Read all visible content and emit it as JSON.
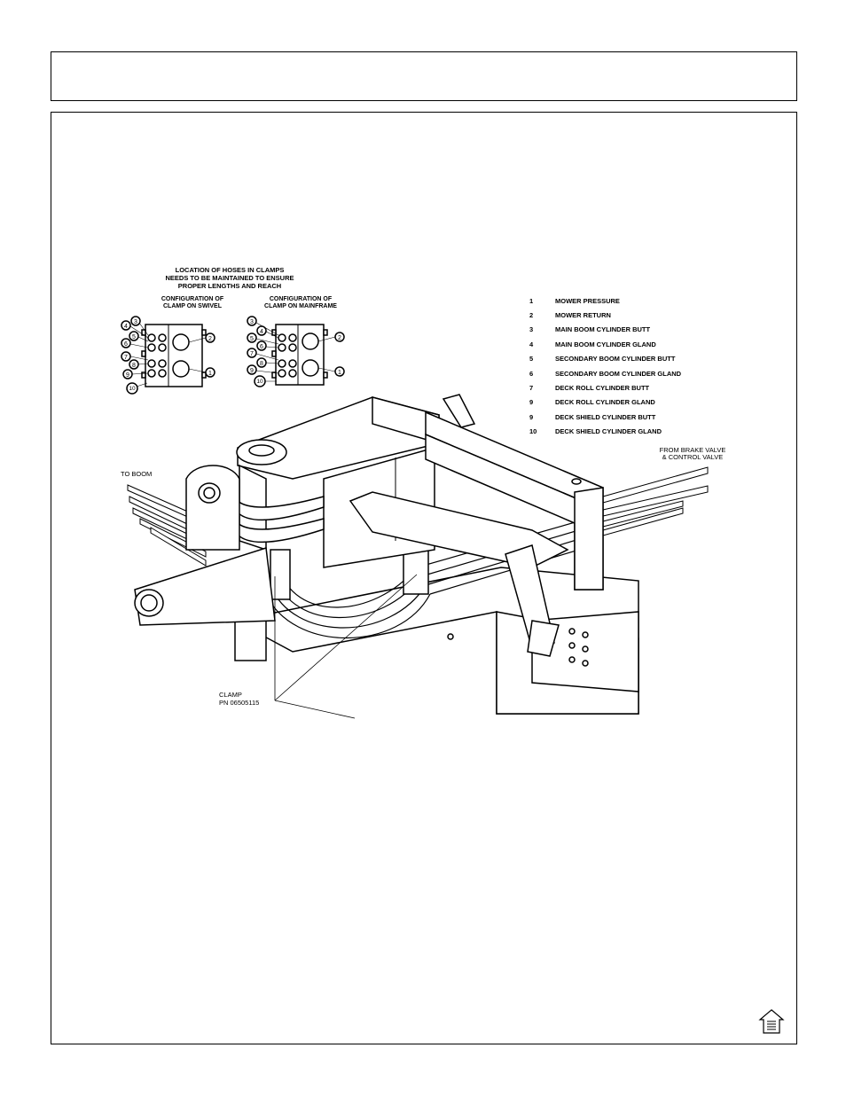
{
  "clamp_note": {
    "lines": [
      "LOCATION OF HOSES IN CLAMPS",
      "NEEDS TO BE MAINTAINED TO ENSURE",
      "PROPER LENGTHS AND REACH"
    ]
  },
  "config_swivel": [
    "CONFIGURATION OF",
    "CLAMP ON SWIVEL"
  ],
  "config_mainframe": [
    "CONFIGURATION OF",
    "CLAMP ON MAINFRAME"
  ],
  "hose_numbers": [
    "1",
    "2",
    "3",
    "4",
    "5",
    "6",
    "7",
    "8",
    "9",
    "10"
  ],
  "legend": [
    {
      "num": "1",
      "label": "MOWER PRESSURE"
    },
    {
      "num": "2",
      "label": "MOWER RETURN"
    },
    {
      "num": "3",
      "label": "MAIN BOOM CYLINDER BUTT"
    },
    {
      "num": "4",
      "label": "MAIN BOOM CYLINDER GLAND"
    },
    {
      "num": "5",
      "label": "SECONDARY BOOM CYLINDER BUTT"
    },
    {
      "num": "6",
      "label": "SECONDARY BOOM CYLINDER GLAND"
    },
    {
      "num": "7",
      "label": "DECK ROLL CYLINDER BUTT"
    },
    {
      "num": "9",
      "label": "DECK ROLL CYLINDER GLAND"
    },
    {
      "num": "9",
      "label": "DECK SHIELD CYLINDER BUTT"
    },
    {
      "num": "10",
      "label": "DECK SHIELD CYLINDER GLAND"
    }
  ],
  "to_boom": "TO BOOM",
  "from_valve": [
    "FROM BRAKE VALVE",
    "& CONTROL VALVE"
  ],
  "clamp_callout": [
    "CLAMP",
    "PN 06505115"
  ],
  "icons": {
    "home": "home-icon"
  }
}
